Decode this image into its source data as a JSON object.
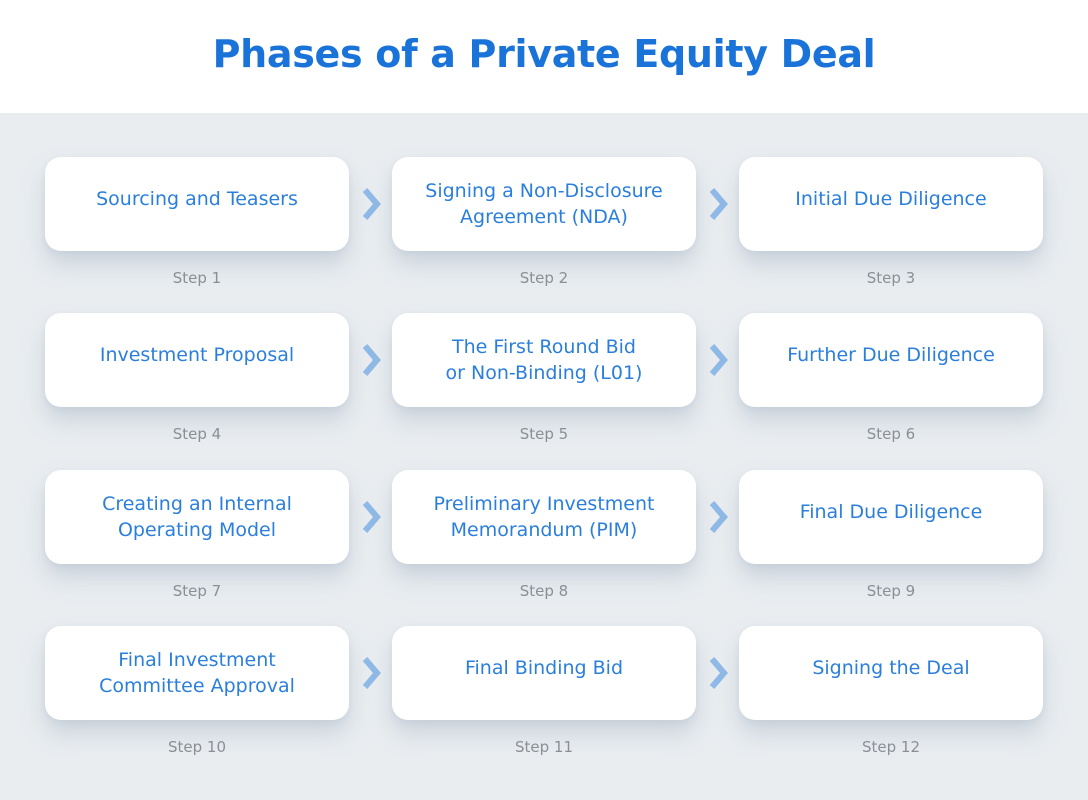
{
  "header": {
    "title": "Phases of a Private Equity Deal"
  },
  "colors": {
    "title": "#1a73d9",
    "card_text": "#2b7fdc",
    "arrow": "#8fb9e6",
    "panel_bg": "#e9edf0",
    "step_label": "#8a8f96"
  },
  "steps": [
    {
      "title": "Sourcing and Teasers",
      "label": "Step 1"
    },
    {
      "title": "Signing a Non-Disclosure\nAgreement (NDA)",
      "label": "Step 2"
    },
    {
      "title": "Initial Due Diligence",
      "label": "Step 3"
    },
    {
      "title": "Investment Proposal",
      "label": "Step 4"
    },
    {
      "title": "The First Round Bid\nor Non-Binding (L01)",
      "label": "Step 5"
    },
    {
      "title": "Further Due Diligence",
      "label": "Step 6"
    },
    {
      "title": "Creating an Internal\nOperating Model",
      "label": "Step 7"
    },
    {
      "title": "Preliminary Investment\nMemorandum (PIM)",
      "label": "Step 8"
    },
    {
      "title": "Final Due Diligence",
      "label": "Step 9"
    },
    {
      "title": "Final Investment\nCommittee Approval",
      "label": "Step 10"
    },
    {
      "title": "Final Binding Bid",
      "label": "Step 11"
    },
    {
      "title": "Signing the Deal",
      "label": "Step 12"
    }
  ],
  "connector_icon": "chevron-right-icon"
}
